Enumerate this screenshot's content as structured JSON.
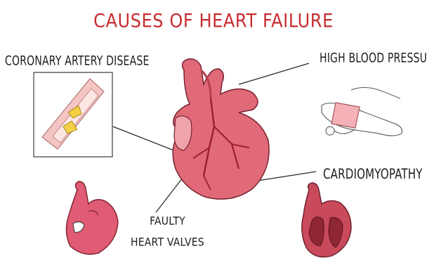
{
  "title": "CAUSES OF HEART FAILURE",
  "labels": {
    "coronary_artery_disease": "CORONARY ARTERY DISEASE",
    "high_blood_pressure": "HIGH BLOOD PRESSURE",
    "cardiomyopathy": "CARDIOMYOPATHY",
    "faulty_heart_valves_line1": "FAULTY",
    "faulty_heart_valves_line2": "HEART VALVES"
  },
  "colors": {
    "title": "#c72b2f",
    "text": "#1e1e1e",
    "heart_main": "#e06a78",
    "heart_light": "#f0a3ab",
    "heart_dark": "#b93c4c",
    "vessel": "#a01f30",
    "plaque": "#f2cf45",
    "artery_pink": "#f5c5c4"
  },
  "icons": [
    "heart-illustration",
    "artery-cross-section",
    "blood-pressure-cuff",
    "valve-heart",
    "enlarged-heart"
  ]
}
